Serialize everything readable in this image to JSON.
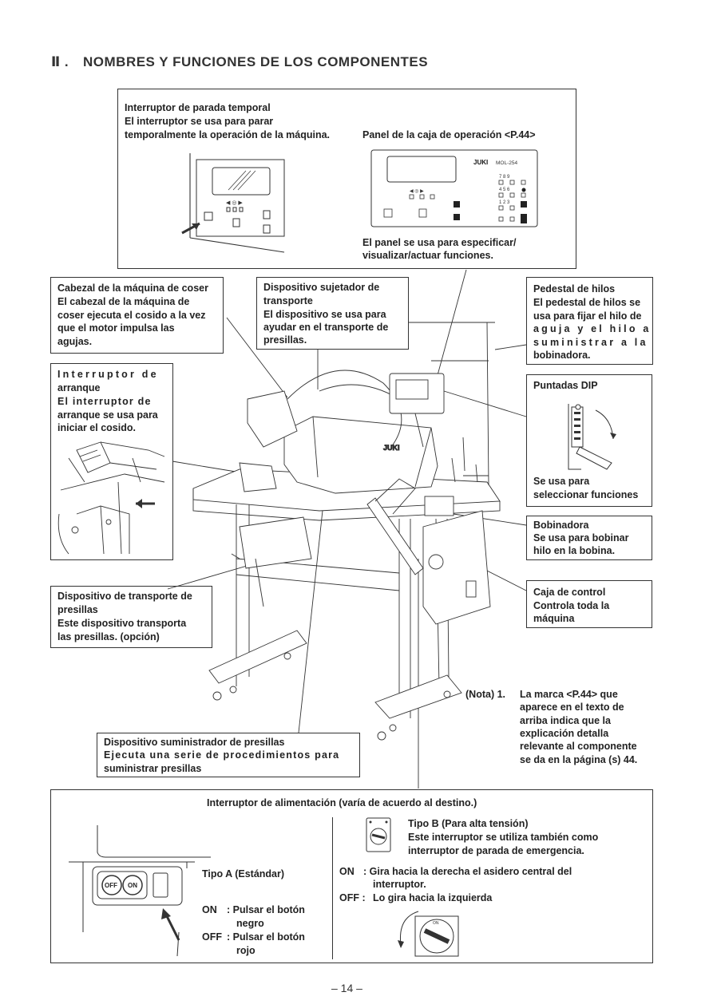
{
  "heading": {
    "number": "Ⅱ .",
    "title": "NOMBRES Y FUNCIONES DE LOS COMPONENTES"
  },
  "callouts": {
    "temp_stop": {
      "title": "Interruptor de parada temporal",
      "line1": "El interruptor se usa para parar",
      "line2": "temporalmente la operación de la máquina."
    },
    "op_panel": {
      "title": "Panel de la caja de operación <P.44>",
      "desc1": "El panel se usa para especificar/",
      "desc2": "visualizar/actuar funciones.",
      "brand": "JUKI",
      "model": "MOL-254"
    },
    "sewing_head": {
      "title": "Cabezal de la máquina de coser",
      "l1": "El cabezal de la máquina de",
      "l2": "coser ejecuta el cosido a la vez",
      "l3": "que el motor impulsa las",
      "l4": "agujas."
    },
    "clamp_device": {
      "t1": "Dispositivo sujetador de",
      "t2": "transporte",
      "l1": "El dispositivo se usa para",
      "l2": "ayudar en el transporte de",
      "l3": "presillas."
    },
    "thread_stand": {
      "title": "Pedestal de hilos",
      "l1": "El pedestal de hilos se",
      "l2": "usa para fijar el hilo de",
      "l3": "aguja y el hilo a",
      "l4": "suministrar a la",
      "l5": "bobinadora."
    },
    "start_switch": {
      "t1": "Interruptor de",
      "t2": "arranque",
      "l1": "El interruptor de",
      "l2": "arranque se usa para",
      "l3": "iniciar el cosido."
    },
    "dip": {
      "title": "Puntadas DIP",
      "l1": "Se usa para",
      "l2": "seleccionar funciones"
    },
    "winder": {
      "title": "Bobinadora",
      "l1": "Se usa para  bobinar",
      "l2": "hilo en la bobina."
    },
    "control_box": {
      "title": "Caja de control",
      "l1": "Controla toda la",
      "l2": "máquina"
    },
    "transport": {
      "t1": "Dispositivo de transporte de",
      "t2": "presillas",
      "l1": "Este dispositivo transporta",
      "l2": "las presillas. (opción)"
    },
    "supplier": {
      "title": "Dispositivo suministrador de presillas",
      "l1": "Ejecuta una serie de procedimientos para",
      "l2": "suministrar presillas"
    }
  },
  "note": {
    "label": "(Nota)  1.",
    "l1": "La marca <P.44> que",
    "l2": "aparece en el texto de",
    "l3": "arriba indica que la",
    "l4": "explicación detalla",
    "l5": "relevante al componente",
    "l6": "se da en la página (s) 44."
  },
  "power": {
    "title": "Interruptor de alimentación (varía de acuerdo al destino.)",
    "type_a": "Tipo A (Estándar)",
    "a_on_label": "ON",
    "a_on_1": ":  Pulsar el botón",
    "a_on_2": "negro",
    "a_off_label": "OFF",
    "a_off_1": ":  Pulsar el botón",
    "a_off_2": "rojo",
    "type_b": "Tipo B (Para alta tensión)",
    "b_l1": "Este interruptor se utiliza también como",
    "b_l2": "interruptor de parada de emergencia.",
    "b_on_label": "ON",
    "b_on_1": ":  Gira hacia la derecha el asidero central del",
    "b_on_2": "interruptor.",
    "b_off_label": "OFF :",
    "b_off_1": "Lo gira hacia la izquierda",
    "sw_off": "OFF",
    "sw_on": "ON",
    "dial_on": "ON"
  },
  "machine_brand": "JUKI",
  "page_number": "– 14 –"
}
